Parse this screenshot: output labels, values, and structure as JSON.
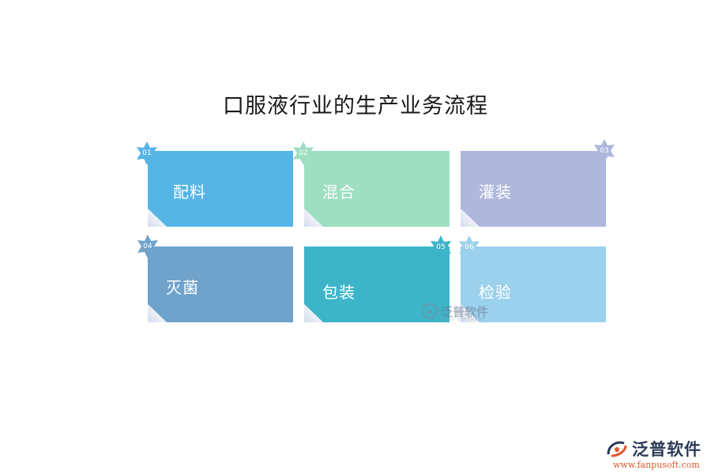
{
  "title": "口服液行业的生产业务流程",
  "steps": [
    {
      "num": "01",
      "label": "配料",
      "color": "#57b5e6",
      "badge_color": "#57b5e6"
    },
    {
      "num": "02",
      "label": "混合",
      "color": "#9ddfc0",
      "badge_color": "#9ddfc0"
    },
    {
      "num": "03",
      "label": "灌装",
      "color": "#aeb7dc",
      "badge_color": "#aeb7dc"
    },
    {
      "num": "04",
      "label": "灭菌",
      "color": "#6fa3cc",
      "badge_color": "#6fa3cc"
    },
    {
      "num": "05",
      "label": "包装",
      "color": "#3db5c9",
      "badge_color": "#3db5c9"
    },
    {
      "num": "06",
      "label": "检验",
      "color": "#9cd1ed",
      "badge_color": "#9cd1ed"
    }
  ],
  "watermark": {
    "text": "泛普软件",
    "sub": "FANPU SOFTWARE"
  },
  "logo": {
    "text": "泛普软件",
    "url": "www.fanpusoft.com",
    "accent": "#e0572a"
  }
}
